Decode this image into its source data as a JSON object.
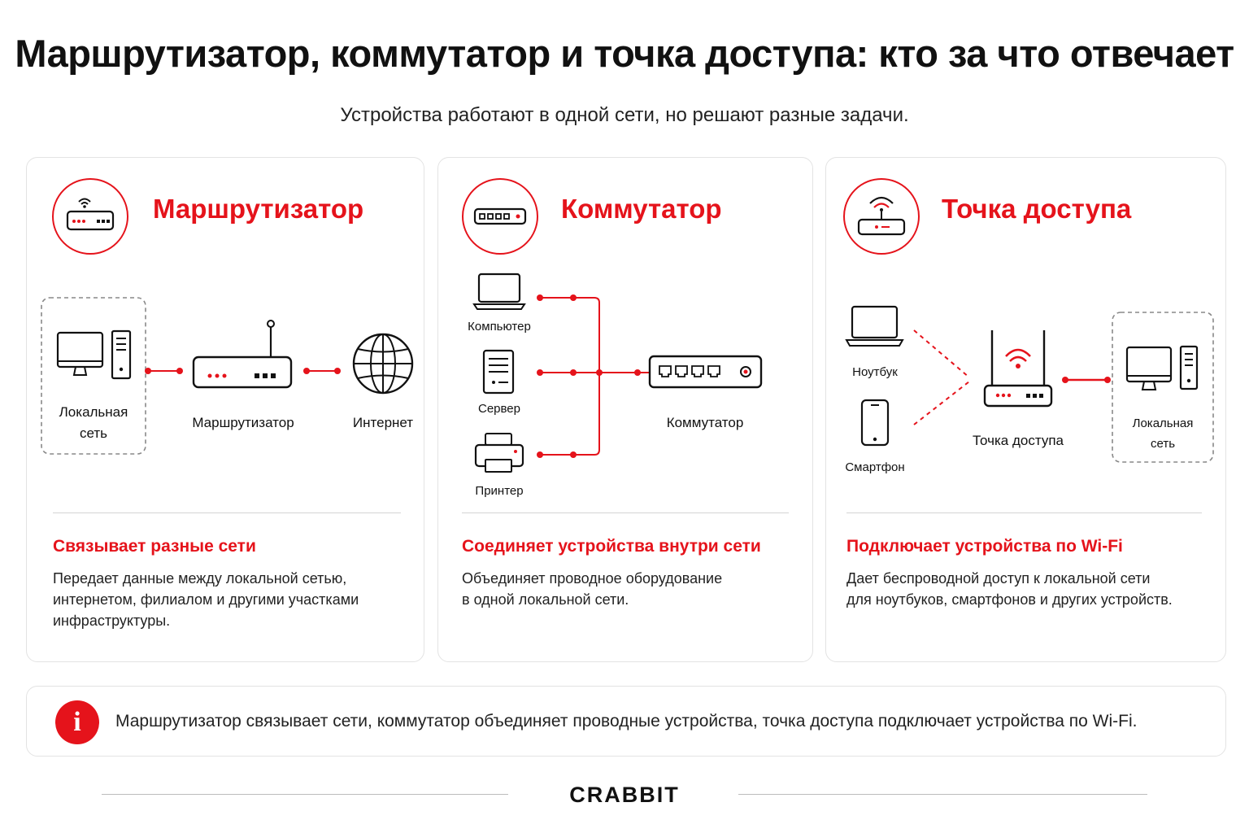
{
  "title": "Маршрутизатор, коммутатор и точка доступа: кто за что отвечает",
  "subtitle": "Устройства работают в одной сети, но решают разные задачи.",
  "colors": {
    "accent": "#e5131b",
    "text": "#111111",
    "border": "#e3e3e3"
  },
  "cards": [
    {
      "icon": "router-icon",
      "title": "Маршрутизатор",
      "diagram": {
        "left_label_1": "Локальная",
        "left_label_2": "сеть",
        "center_label": "Маршрутизатор",
        "right_label": "Интернет"
      },
      "heading": "Связывает разные сети",
      "desc_lines": [
        "Передает данные между локальной сетью,",
        "интернетом, филиалом и другими участками",
        "инфраструктуры."
      ]
    },
    {
      "icon": "switch-icon",
      "title": "Коммутатор",
      "diagram": {
        "computer": "Компьютер",
        "server": "Сервер",
        "printer": "Принтер",
        "device": "Коммутатор"
      },
      "heading": "Соединяет устройства внутри сети",
      "desc_lines": [
        "Объединяет проводное оборудование",
        "в одной локальной сети."
      ]
    },
    {
      "icon": "access-point-icon",
      "title": "Точка доступа",
      "diagram": {
        "laptop": "Ноутбук",
        "phone": "Смартфон",
        "device": "Точка доступа",
        "right_label_1": "Локальная",
        "right_label_2": "сеть"
      },
      "heading": "Подключает устройства по Wi-Fi",
      "desc_lines": [
        "Дает беспроводной доступ к локальной сети",
        "для ноутбуков, смартфонов и других устройств."
      ]
    }
  ],
  "note": {
    "icon": "info-icon",
    "text": "Маршрутизатор связывает сети, коммутатор объединяет проводные устройства, точка доступа подключает устройства по Wi-Fi."
  },
  "brand": "CRABBIT"
}
